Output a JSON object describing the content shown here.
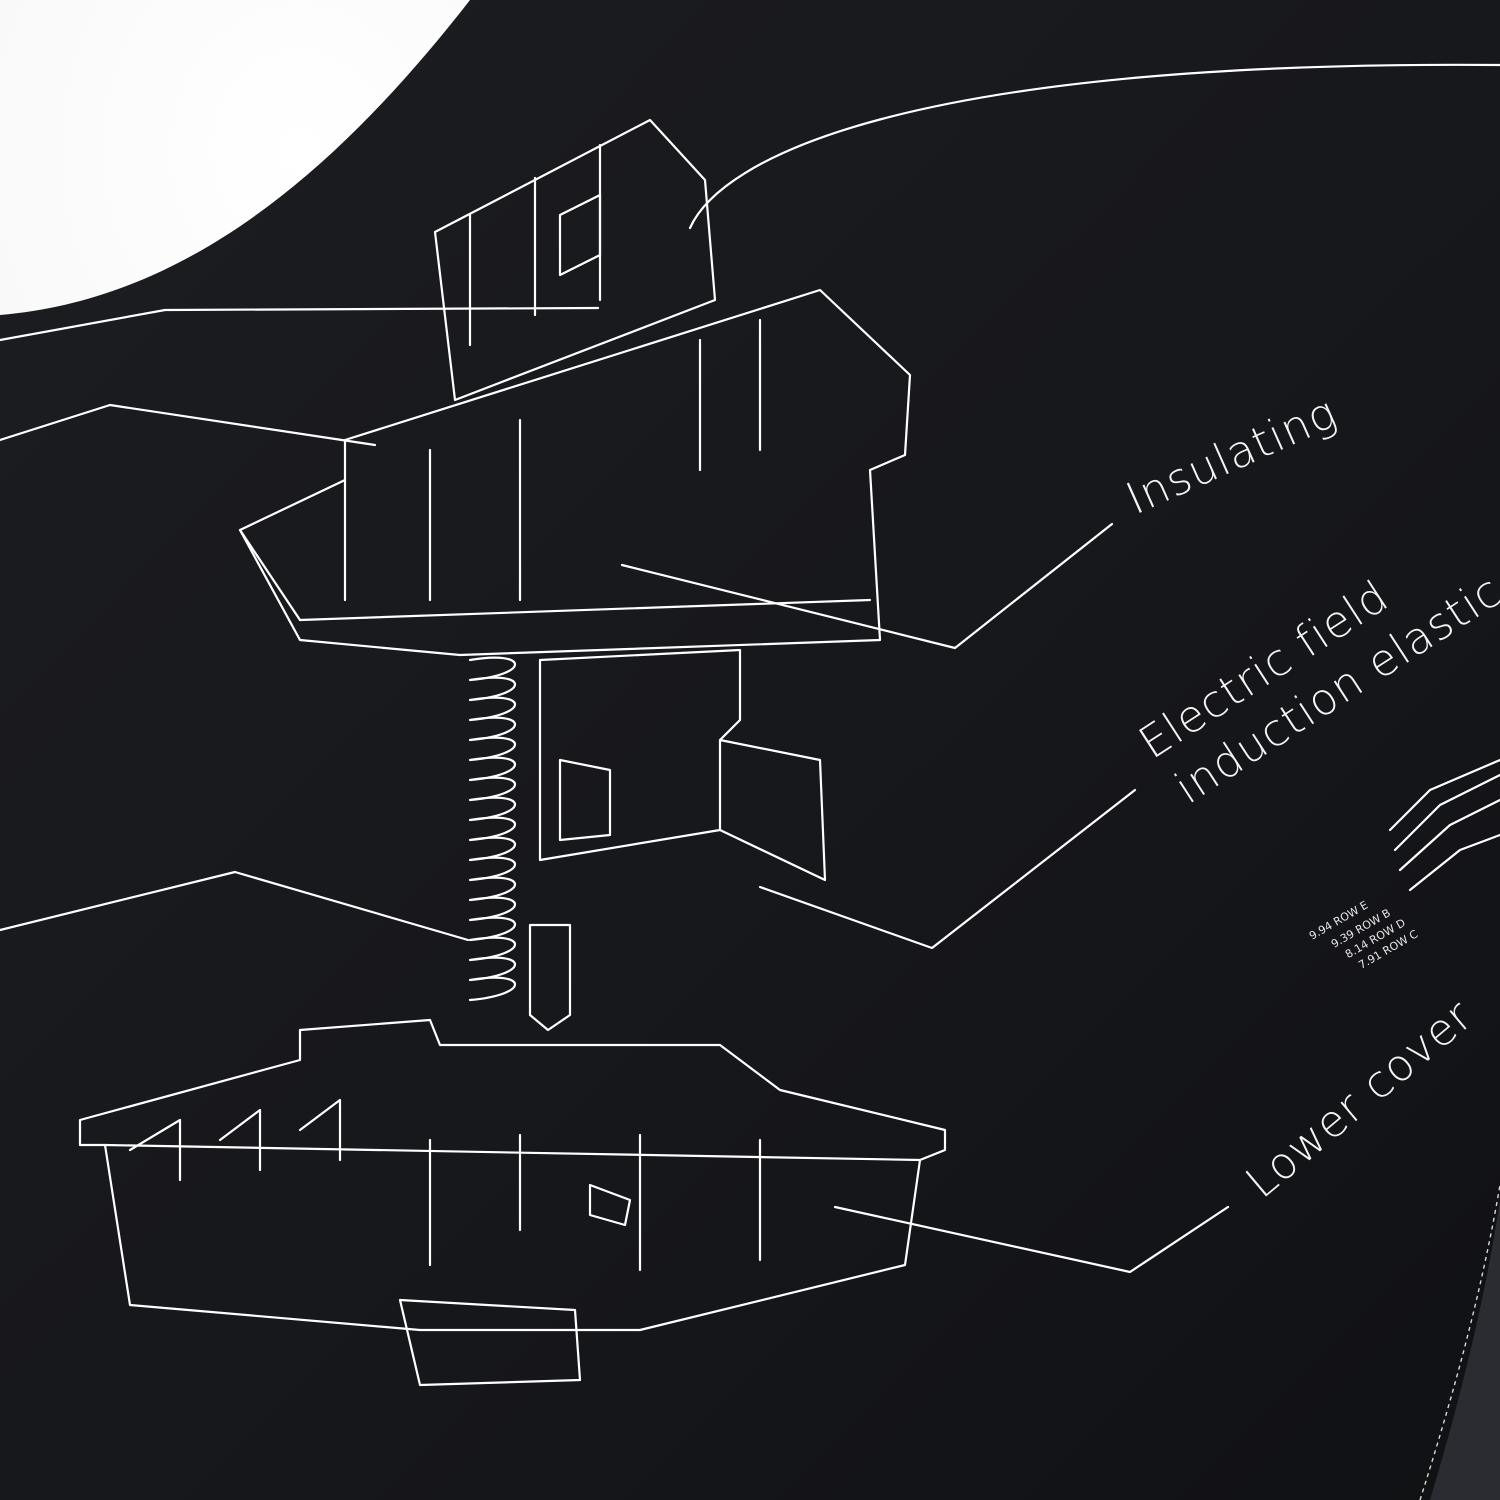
{
  "photo": {
    "subject": "mouse-pad",
    "colors": {
      "background": "#eeeeee",
      "mat": "#16171b",
      "lines": "#ffffff"
    }
  },
  "callouts": {
    "insulating": "Insulating",
    "electric_field_line1": "Electric field",
    "electric_field_line2": "induction elastic",
    "lower_cover": "Lower cover"
  },
  "rows": [
    "9.94 ROW E",
    "9.39 ROW B",
    "8.14 ROW D",
    "7.91 ROW C"
  ]
}
